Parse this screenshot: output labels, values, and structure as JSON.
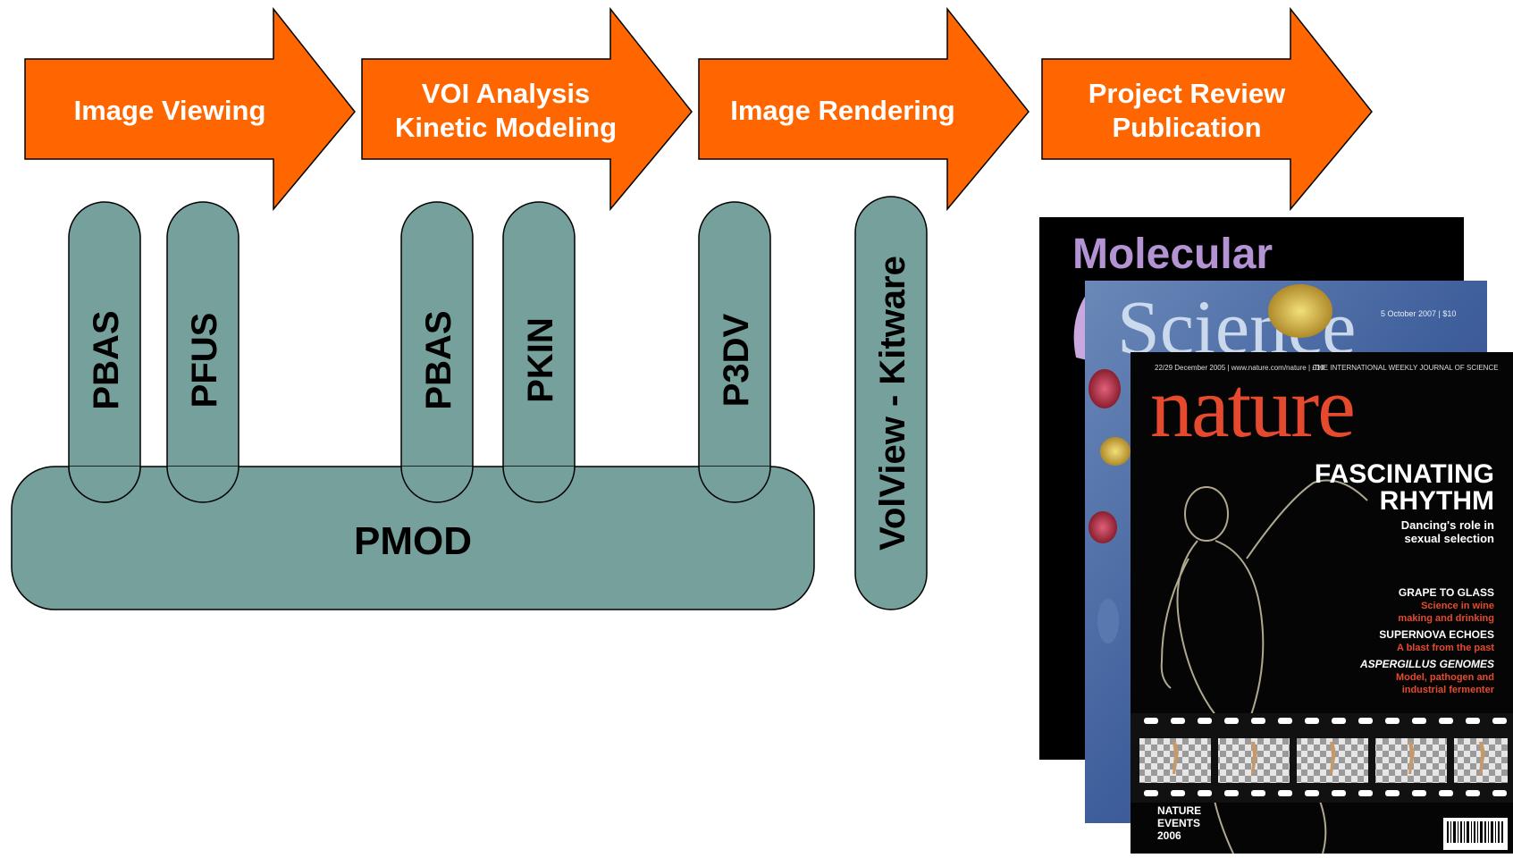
{
  "colors": {
    "arrow_fill": "#ff6600",
    "pill_fill": "#76a09c",
    "outline": "#000000"
  },
  "workflow": {
    "steps": [
      {
        "lines": [
          "Image Viewing"
        ]
      },
      {
        "lines": [
          "VOI Analysis",
          "Kinetic Modeling"
        ]
      },
      {
        "lines": [
          "Image Rendering"
        ]
      },
      {
        "lines": [
          "Project Review",
          "Publication"
        ]
      }
    ]
  },
  "tools": {
    "base": "PMOD",
    "modules": [
      "PBAS",
      "PFUS",
      "PBAS",
      "PKIN",
      "P3DV"
    ],
    "external": "VolView - Kitware"
  },
  "journals": {
    "molecular": {
      "title": "Molecular"
    },
    "science": {
      "title": "Science",
      "date_line": "5 October 2007 | $10"
    },
    "nature": {
      "title": "nature",
      "header_left": "22/29 December 2005 | www.nature.com/nature | £10",
      "header_right": "THE INTERNATIONAL WEEKLY JOURNAL OF SCIENCE",
      "headline": [
        "FASCINATING",
        "RHYTHM"
      ],
      "subhead": [
        "Dancing's role in",
        "sexual selection"
      ],
      "items": [
        {
          "head": "GRAPE TO GLASS",
          "body": [
            "Science in wine",
            "making and drinking"
          ]
        },
        {
          "head": "SUPERNOVA ECHOES",
          "body": [
            "A blast from the past"
          ]
        },
        {
          "head": "ASPERGILLUS GENOMES",
          "body": [
            "Model, pathogen and",
            "industrial fermenter"
          ]
        }
      ],
      "footer": [
        "NATURE",
        "EVENTS",
        "2006"
      ]
    }
  }
}
